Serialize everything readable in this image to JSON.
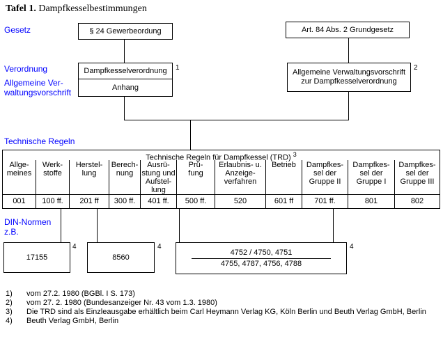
{
  "colors": {
    "label_blue": "#0000ff",
    "line_black": "#000000",
    "background": "#ffffff"
  },
  "title": {
    "prefix": "Tafel 1.",
    "rest": " Dampfkesselbestimmungen"
  },
  "side_labels": {
    "gesetz": "Gesetz",
    "verordnung": "Verordnung",
    "verwaltungsvorschrift": "Allgemeine Ver-\nwaltungsvorschrift",
    "technische_regeln": "Technische Regeln",
    "din_normen": "DIN-Normen\nz.B."
  },
  "boxes": {
    "gewerbeordnung": "§ 24 Gewerbeordung",
    "grundgesetz": "Art. 84 Abs. 2 Grundgesetz",
    "dampfkesselverordnung": "Dampfkesselverordnung",
    "dampfkesselverordnung_fn": "1",
    "anhang": "Anhang",
    "verwaltungsvorschrift": "Allgemeine Verwaltungsvorschrift\nzur Dampfkesselverordnung",
    "verwaltungsvorschrift_fn": "2"
  },
  "trd_table": {
    "title": "Technische Regeln für Dampfkessel (TRD)",
    "title_fn": "3",
    "columns": [
      {
        "header": "Allge-\nmeines",
        "value": "001"
      },
      {
        "header": "Werk-\nstoffe",
        "value": "100 ff."
      },
      {
        "header": "Herstel-\nlung",
        "value": "201 ff"
      },
      {
        "header": "Berech-\nnung",
        "value": "300 ff."
      },
      {
        "header": "Ausrü-\nstung und\nAufstel-\nlung",
        "value": "401 ff."
      },
      {
        "header": "Prü-\nfung",
        "value": "500 ff."
      },
      {
        "header": "Erlaubnis- u.\nAnzeige-\nverfahren",
        "value": "520"
      },
      {
        "header": "Betrieb",
        "value": "601 ff"
      },
      {
        "header": "Dampfkes-\nsel der\nGruppe II",
        "value": "701 ff."
      },
      {
        "header": "Dampfkes-\nsel der\nGruppe I",
        "value": "801"
      },
      {
        "header": "Dampfkes-\nsel der\nGruppe III",
        "value": "802"
      }
    ]
  },
  "din_boxes": {
    "box1": {
      "text": "17155",
      "fn": "4"
    },
    "box2": {
      "text": "8560",
      "fn": "4"
    },
    "box3": {
      "top": "4752 / 4750, 4751",
      "bottom": "4755, 4787, 4756, 4788",
      "fn": "4"
    }
  },
  "footnotes": [
    {
      "num": "1)",
      "text": "vom 27.2. 1980 (BGBl. I S. 173)"
    },
    {
      "num": "2)",
      "text": "vom 27. 2. 1980 (Bundesanzeiger Nr. 43 vom 1.3. 1980)"
    },
    {
      "num": "3)",
      "text": "Die TRD sind als Einzleausgabe erhältlich beim Carl Heymann Verlag KG, Köln Berlin und Beuth Verlag GmbH, Berlin"
    },
    {
      "num": "4)",
      "text": "Beuth Verlag GmbH, Berlin"
    }
  ]
}
